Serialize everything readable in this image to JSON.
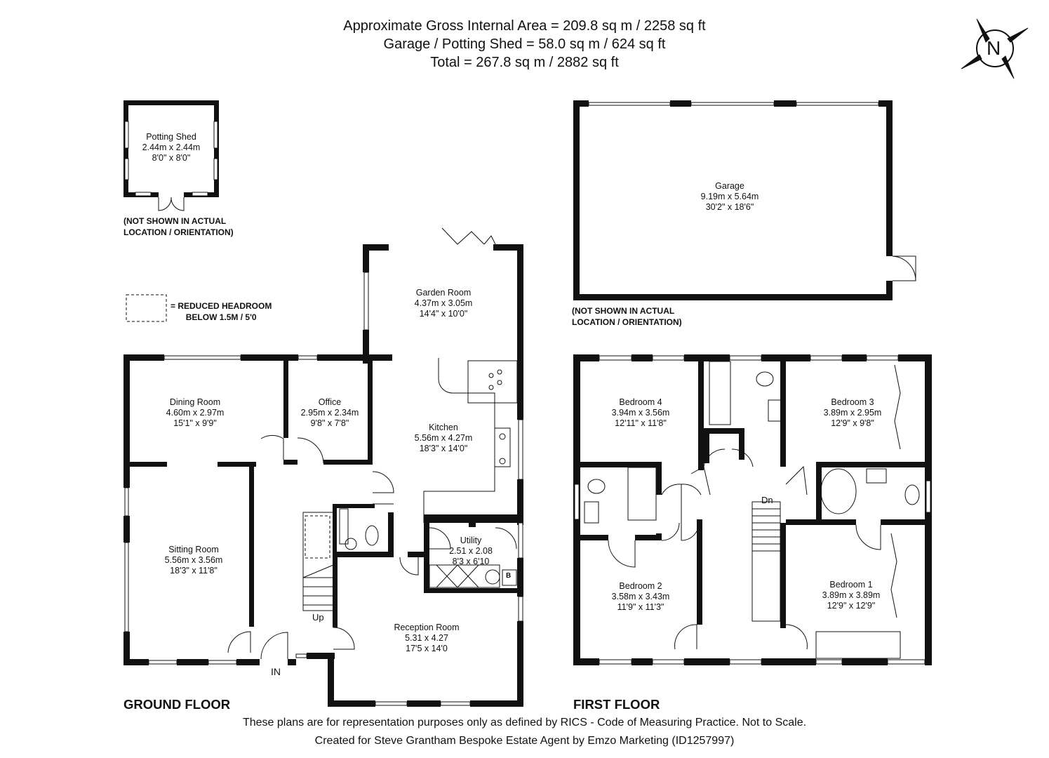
{
  "header": {
    "line1": "Approximate Gross Internal Area = 209.8 sq m / 2258 sq ft",
    "line2": "Garage / Potting Shed = 58.0 sq m / 624 sq ft",
    "line3": "Total = 267.8 sq m / 2882 sq ft"
  },
  "compass": {
    "label": "N"
  },
  "legend": {
    "reduced_headroom": "= REDUCED HEADROOM\nBELOW 1.5M / 5'0"
  },
  "notes": {
    "potting_shed": "(NOT SHOWN IN ACTUAL\nLOCATION / ORIENTATION)",
    "garage": "(NOT SHOWN IN ACTUAL\nLOCATION / ORIENTATION)"
  },
  "rooms": {
    "potting_shed": "Potting Shed\n2.44m x 2.44m\n8'0\" x 8'0\"",
    "garage": "Garage\n9.19m x 5.64m\n30'2\" x 18'6\"",
    "garden_room": "Garden Room\n4.37m x 3.05m\n14'4\" x 10'0\"",
    "dining_room": "Dining Room\n4.60m x 2.97m\n15'1\" x 9'9\"",
    "office": "Office\n2.95m x 2.34m\n9'8\" x 7'8\"",
    "kitchen": "Kitchen\n5.56m x 4.27m\n18'3\" x 14'0\"",
    "sitting_room": "Sitting Room\n5.56m x 3.56m\n18'3\" x 11'8\"",
    "utility": "Utility\n2.51 x 2.08\n8'3 x 6'10",
    "reception_room": "Reception Room\n5.31 x 4.27\n17'5 x 14'0",
    "bedroom_4": "Bedroom 4\n3.94m x 3.56m\n12'11\" x 11'8\"",
    "bedroom_3": "Bedroom 3\n3.89m x 2.95m\n12'9\" x 9'8\"",
    "bedroom_2": "Bedroom 2\n3.58m x 3.43m\n11'9\" x 11'3\"",
    "bedroom_1": "Bedroom 1\n3.89m x 3.89m\n12'9\" x 12'9\""
  },
  "markers": {
    "up": "Up",
    "dn": "Dn",
    "in": "IN",
    "boiler": "B"
  },
  "floors": {
    "ground": "GROUND FLOOR",
    "first": "FIRST FLOOR"
  },
  "footer": {
    "line1": "These plans are for representation purposes only as defined by RICS - Code of Measuring Practice. Not to Scale.",
    "line2": "Created for Steve Grantham Bespoke Estate Agent by Emzo Marketing (ID1257997)"
  }
}
